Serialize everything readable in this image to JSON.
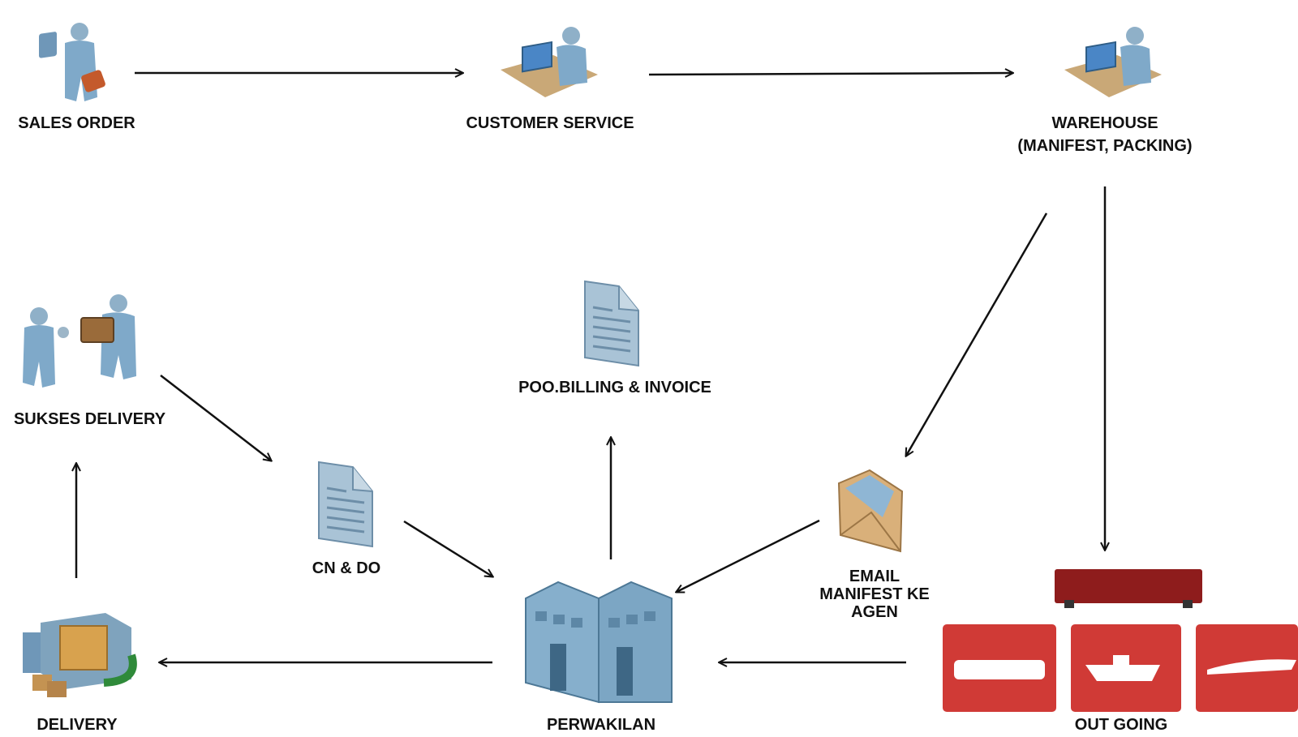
{
  "nodes": {
    "sales_order": {
      "label": "SALES ORDER",
      "icon": "salesperson-icon"
    },
    "customer_service": {
      "label": "CUSTOMER SERVICE",
      "icon": "desk-worker-icon"
    },
    "warehouse": {
      "label_line1": "WAREHOUSE",
      "label_line2": "(MANIFEST, PACKING)",
      "icon": "desk-worker-icon"
    },
    "sukses_delivery": {
      "label": "SUKSES DELIVERY",
      "icon": "handover-icon"
    },
    "poo_billing": {
      "label": "POO.BILLING & INVOICE",
      "icon": "document-icon"
    },
    "cn_do": {
      "label": "CN & DO",
      "icon": "document-icon"
    },
    "email_manifest": {
      "label_line1": "EMAIL",
      "label_line2": "MANIFEST KE",
      "label_line3": "AGEN",
      "icon": "envelope-icon"
    },
    "delivery": {
      "label": "DELIVERY",
      "icon": "delivery-box-icon"
    },
    "perwakilan": {
      "label": "PERWAKILAN",
      "icon": "office-building-icon"
    },
    "out_going": {
      "label": "OUT GOING",
      "icon": "transport-modes-icon"
    }
  },
  "colors": {
    "arrow": "#111111",
    "figure_blue": "#7fa9c9",
    "transport_red": "#d03a36",
    "train_red": "#8e1c1c",
    "envelope": "#d9b07a"
  }
}
